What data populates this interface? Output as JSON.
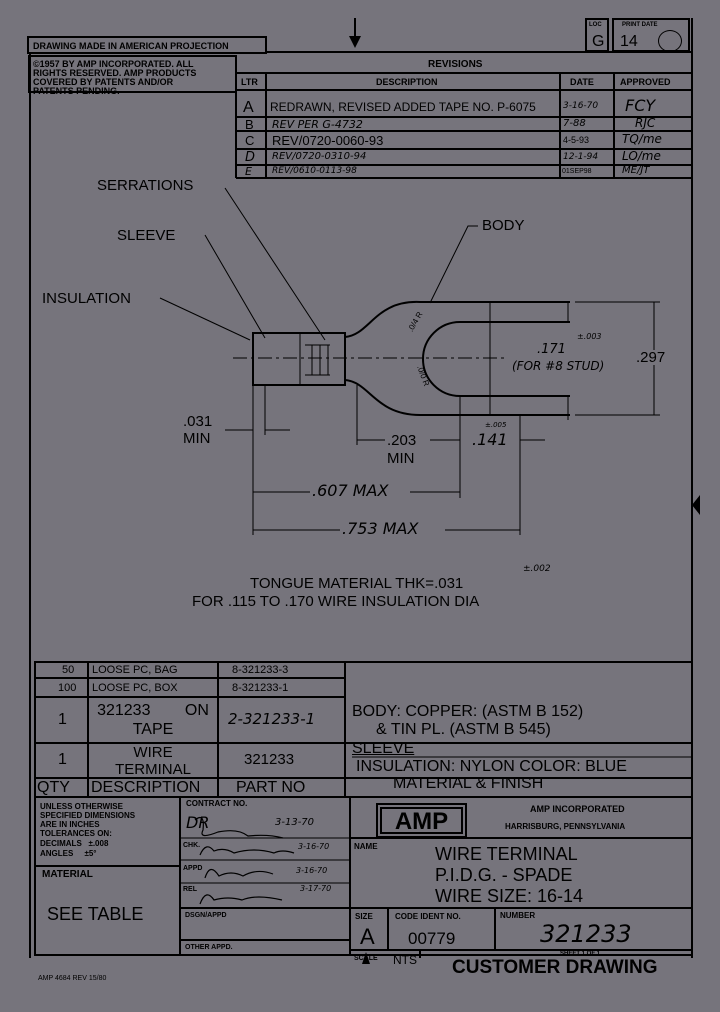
{
  "header": {
    "projection_note": "DRAWING MADE IN AMERICAN PROJECTION",
    "loc_label": "LOC",
    "loc_value": "G",
    "print_date_label": "PRINT DATE",
    "print_date_value": "14",
    "copyright": [
      "©1957 BY AMP INCORPORATED. ALL",
      "RIGHTS RESERVED. AMP PRODUCTS",
      "COVERED BY PATENTS AND/OR",
      "PATENTS PENDING."
    ]
  },
  "revisions": {
    "title": "REVISIONS",
    "columns": [
      "LTR",
      "DESCRIPTION",
      "DATE",
      "APPROVED"
    ],
    "rows": [
      {
        "ltr": "A",
        "description": "REDRAWN, REVISED ADDED TAPE NO. P-6075",
        "date": "3-16-70",
        "approved": "FCY"
      },
      {
        "ltr": "B",
        "description": "REV PER G-4732",
        "date": "7-88",
        "approved": "RJC"
      },
      {
        "ltr": "C",
        "description": "REV/0720-0060-93",
        "date": "4-5-93",
        "approved": "TQ/me"
      },
      {
        "ltr": "D",
        "description": "REV/0720-0310-94",
        "date": "12-1-94",
        "approved": "LO/me"
      },
      {
        "ltr": "E",
        "description": "REV/0610-0113-98",
        "date": "01SEP98",
        "approved": "ME/JT"
      }
    ]
  },
  "drawing": {
    "labels": {
      "serrations": "SERRATIONS",
      "sleeve": "SLEEVE",
      "insulation": "INSULATION",
      "body": "BODY"
    },
    "dims": {
      "d297": ".297",
      "d171": ".171",
      "d171_tol": "±.003",
      "d171_note": "(FOR #8 STUD)",
      "d031": ".031",
      "d031_min": "MIN",
      "d203": ".203",
      "d203_min": "MIN",
      "d141": ".141",
      "d141_tol": "±.005",
      "d607": ".607 MAX",
      "d753": ".753 MAX",
      "radius_a": ".0/4 R",
      "radius_b": ".0/0 R"
    },
    "notes": [
      "TONGUE MATERIAL THK=.031",
      "FOR .115 TO .170 WIRE INSULATION DIA"
    ],
    "note_tol": "±.002"
  },
  "parts_table": {
    "columns": [
      "QTY",
      "DESCRIPTION",
      "PART NO"
    ],
    "material_header": "MATERIAL & FINISH",
    "rows": [
      {
        "qty": "50",
        "description": "LOOSE PC, BAG",
        "part_no": "8-321233-3"
      },
      {
        "qty": "100",
        "description": "LOOSE PC, BOX",
        "part_no": "8-321233-1"
      },
      {
        "qty": "1",
        "description": "321233 ON TAPE",
        "part_no": "2-321233-1"
      },
      {
        "qty": "1",
        "description": "WIRE TERMINAL",
        "part_no": "321233"
      }
    ],
    "material": {
      "body": "BODY:  COPPER: (ASTM B 152)",
      "finish": "&   TIN PL. (ASTM B 545)",
      "sleeve": "SLEEVE",
      "insulation": "INSULATION: NYLON  COLOR: BLUE"
    }
  },
  "title_block": {
    "tolerances": [
      "UNLESS OTHERWISE",
      "SPECIFIED DIMENSIONS",
      "ARE IN INCHES",
      "TOLERANCES ON:",
      "DECIMALS   ±.008",
      "ANGLES     ±5°"
    ],
    "material_label": "MATERIAL",
    "material_value": "SEE TABLE",
    "contract_label": "CONTRACT NO.",
    "dr_label": "DR",
    "dr_date": "3-13-70",
    "chk_label": "CHK.",
    "chk_date": "3-16-70",
    "appd_label": "APPD",
    "appd_date": "3-16-70",
    "rel_label": "REL",
    "rel_date": "3-17-70",
    "dsgn_label": "DSGN/APPD",
    "other_label": "OTHER APPD.",
    "logo": "AMP",
    "company": "AMP INCORPORATED",
    "location": "HARRISBURG, PENNSYLVANIA",
    "name_label": "NAME",
    "name_lines": [
      "WIRE TERMINAL",
      "P.I.D.G. - SPADE",
      "WIRE SIZE: 16-14"
    ],
    "size_label": "SIZE",
    "size_value": "A",
    "code_label": "CODE IDENT NO.",
    "code_value": "00779",
    "number_label": "NUMBER",
    "number_value": "321233",
    "scale_label": "SCALE",
    "scale_value": "NTS",
    "sheet_label": "SHEET 1 OF 1",
    "customer": "CUSTOMER DRAWING",
    "form_no": "AMP 4684 REV 15/80"
  },
  "colors": {
    "paper": "#76747c",
    "ink": "#000000"
  }
}
